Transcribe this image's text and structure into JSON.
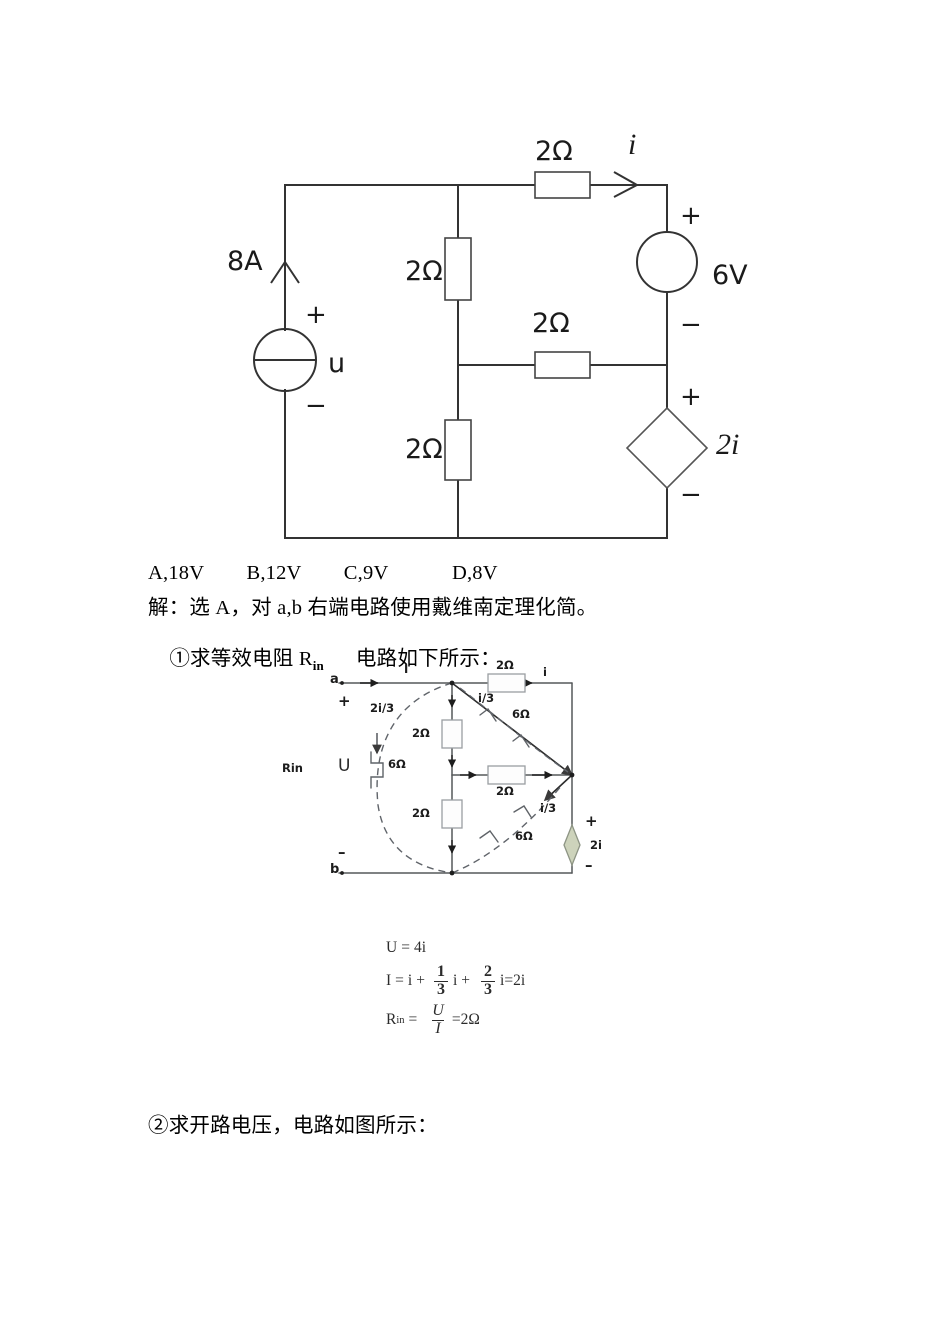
{
  "document": {
    "options_line": "A,18V        B,12V        C,9V            D,8V",
    "solution_line": "解：选 A，对 a,b 右端电路使用戴维南定理化简。",
    "step1_prefix": "①求等效电阻 R",
    "step1_sub": "in",
    "step1_suffix": "      电路如下所示：",
    "step2_line": "②求开路电压，电路如图所示："
  },
  "main_circuit": {
    "caption_items": [
      {
        "name": "current-source-value",
        "text": "8A"
      },
      {
        "name": "voltage-u",
        "text": "u"
      },
      {
        "name": "resistor-top-value",
        "text": "2Ω"
      },
      {
        "name": "resistor-left-vert-value",
        "text": "2Ω"
      },
      {
        "name": "resistor-mid-horiz-value",
        "text": "2Ω"
      },
      {
        "name": "resistor-bottom-vert-value",
        "text": "2Ω"
      },
      {
        "name": "current-i-label",
        "text": "i"
      },
      {
        "name": "voltage-source-value",
        "text": "6V"
      },
      {
        "name": "dependent-source-value",
        "text": "2i"
      }
    ],
    "current_source_value": "8A",
    "u_label": "u",
    "r_top": "2Ω",
    "r_left_vert": "2Ω",
    "r_mid_horiz": "2Ω",
    "r_bottom_vert": "2Ω",
    "i_label": "i",
    "v_source": "6V",
    "dep_source": "2i",
    "plus_sign": "+",
    "minus_sign": "−",
    "line_color": "#333333"
  },
  "small_circuit": {
    "node_a": "a",
    "node_b": "b",
    "rin_label": "Rin",
    "u_label": "U",
    "current_I": "I",
    "current_i": "i",
    "branch_2i3": "2i/3",
    "branch_i3_top": "i/3",
    "branch_i3_bottom": "i/3",
    "r6_left": "6Ω",
    "r6_top": "6Ω",
    "r6_bottom": "6Ω",
    "r2_top": "2Ω",
    "r2_upper": "2Ω",
    "r2_mid": "2Ω",
    "r2_lower": "2Ω",
    "dep_source": "2i",
    "plus_sign": "+",
    "minus_sign": "–",
    "wire_color": "#55585a",
    "dashed_color": "#60646a",
    "resistor_fill": "#fdfdfd",
    "resistor_stroke": "#9a9ea2",
    "diamond_fill": "#cdd3bb",
    "diamond_stroke": "#8d9484"
  },
  "equations": {
    "eq1": {
      "lhs": "U",
      "eq": "=",
      "rhs": "4i"
    },
    "eq2": {
      "lhs": "I",
      "eq": "=",
      "term1": "i",
      "op1": "+",
      "frac1_num": "1",
      "frac1_den": "3",
      "frac1_var": "i",
      "op2": "+",
      "frac2_num": "2",
      "frac2_den": "3",
      "frac2_var": "i",
      "tail": "=2i"
    },
    "eq3": {
      "lhs": "R",
      "sub": "in",
      "eq": "=",
      "frac_num": "U",
      "frac_den": "I",
      "tail": "=2Ω"
    }
  }
}
